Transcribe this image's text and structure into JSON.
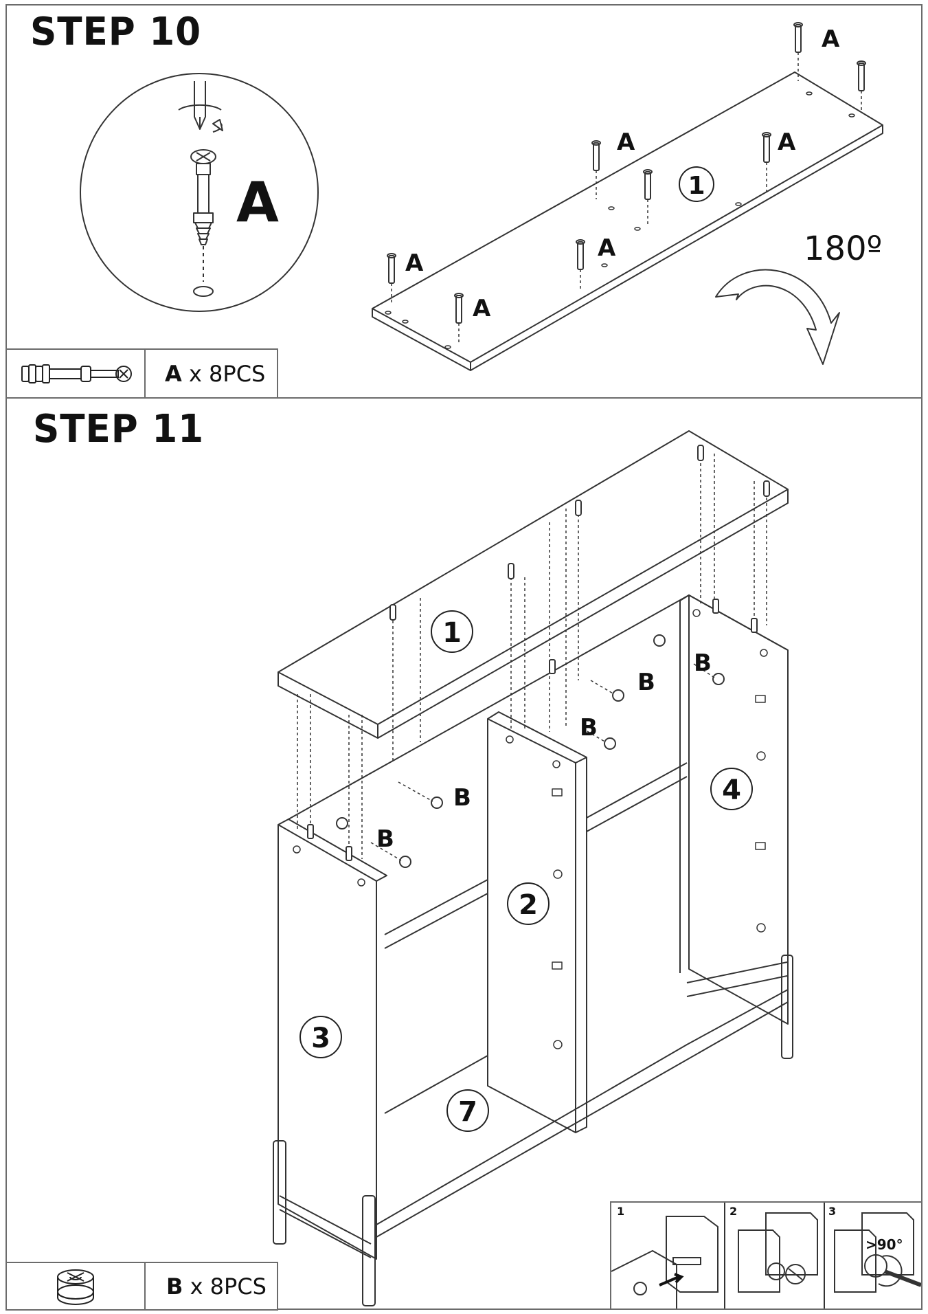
{
  "step10": {
    "title": "STEP 10",
    "detail_label": "A",
    "rotation": "180º",
    "part_number": "1",
    "hardware_label": "A",
    "parts": {
      "letter": "A",
      "qty": " x 8PCS"
    }
  },
  "step11": {
    "title": "STEP 11",
    "panels": [
      "1",
      "2",
      "3",
      "4",
      "7"
    ],
    "cam_label": "B",
    "parts": {
      "letter": "B",
      "qty": " x 8PCS"
    },
    "inset": {
      "steps": [
        "1",
        "2",
        "3"
      ],
      "angle": ">90°"
    }
  }
}
